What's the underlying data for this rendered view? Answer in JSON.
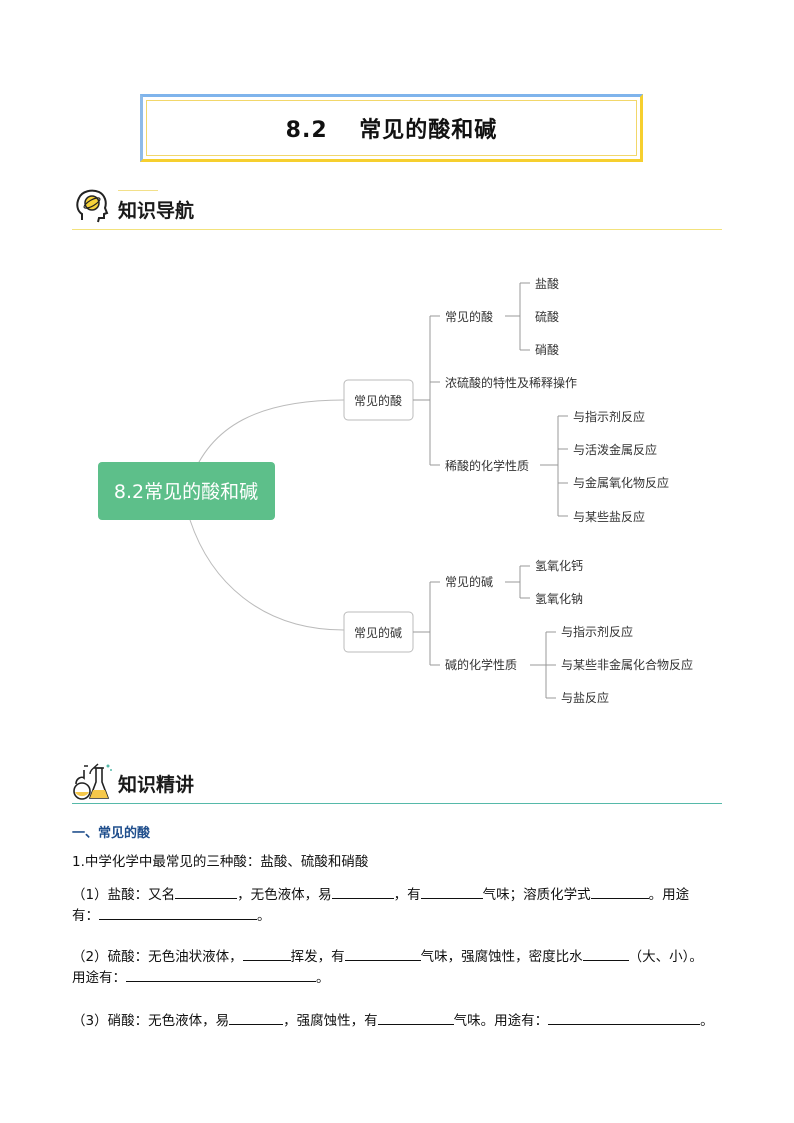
{
  "title": "8.2　 常见的酸和碱",
  "sections": {
    "nav": {
      "label": "知识导航",
      "icon": "brain-head-icon",
      "accent": "#f6d23a"
    },
    "lecture": {
      "label": "知识精讲",
      "icon": "chemistry-flask-icon",
      "accent": "#56b9a9"
    }
  },
  "mindmap": {
    "root": "8.2常见的酸和碱",
    "root_color": "#5dbf8a",
    "branch_acid": {
      "label": "常见的酸",
      "common_acids": {
        "label": "常见的酸",
        "items": [
          "盐酸",
          "硫酸",
          "硝酸"
        ]
      },
      "conc_sulfuric": "浓硫酸的特性及稀释操作",
      "dilute_props": {
        "label": "稀酸的化学性质",
        "items": [
          "与指示剂反应",
          "与活泼金属反应",
          "与金属氧化物反应",
          "与某些盐反应"
        ]
      }
    },
    "branch_base": {
      "label": "常见的碱",
      "common_bases": {
        "label": "常见的碱",
        "items": [
          "氢氧化钙",
          "氢氧化钠"
        ]
      },
      "base_props": {
        "label": "碱的化学性质",
        "items": [
          "与指示剂反应",
          "与某些非金属化合物反应",
          "与盐反应"
        ]
      }
    }
  },
  "lecture": {
    "subheading": "一、常见的酸",
    "p1": "1.中学化学中最常见的三种酸：盐酸、硫酸和硝酸",
    "q1": {
      "a": "（1）盐酸：又名",
      "b": "，无色液体，易",
      "c": "，有",
      "d": "气味；溶质化学式",
      "e": "。用途",
      "f": "有：",
      "g": "。"
    },
    "q2": {
      "a": "（2）硫酸：无色油状液体，",
      "b": "挥发，有",
      "c": "气味，强腐蚀性，密度比水",
      "d": "（大、小）。",
      "e": "用途有：",
      "f": "。"
    },
    "q3": {
      "a": "（3）硝酸：无色液体，易",
      "b": "，强腐蚀性，有",
      "c": "气味。用途有：",
      "d": "。"
    }
  }
}
